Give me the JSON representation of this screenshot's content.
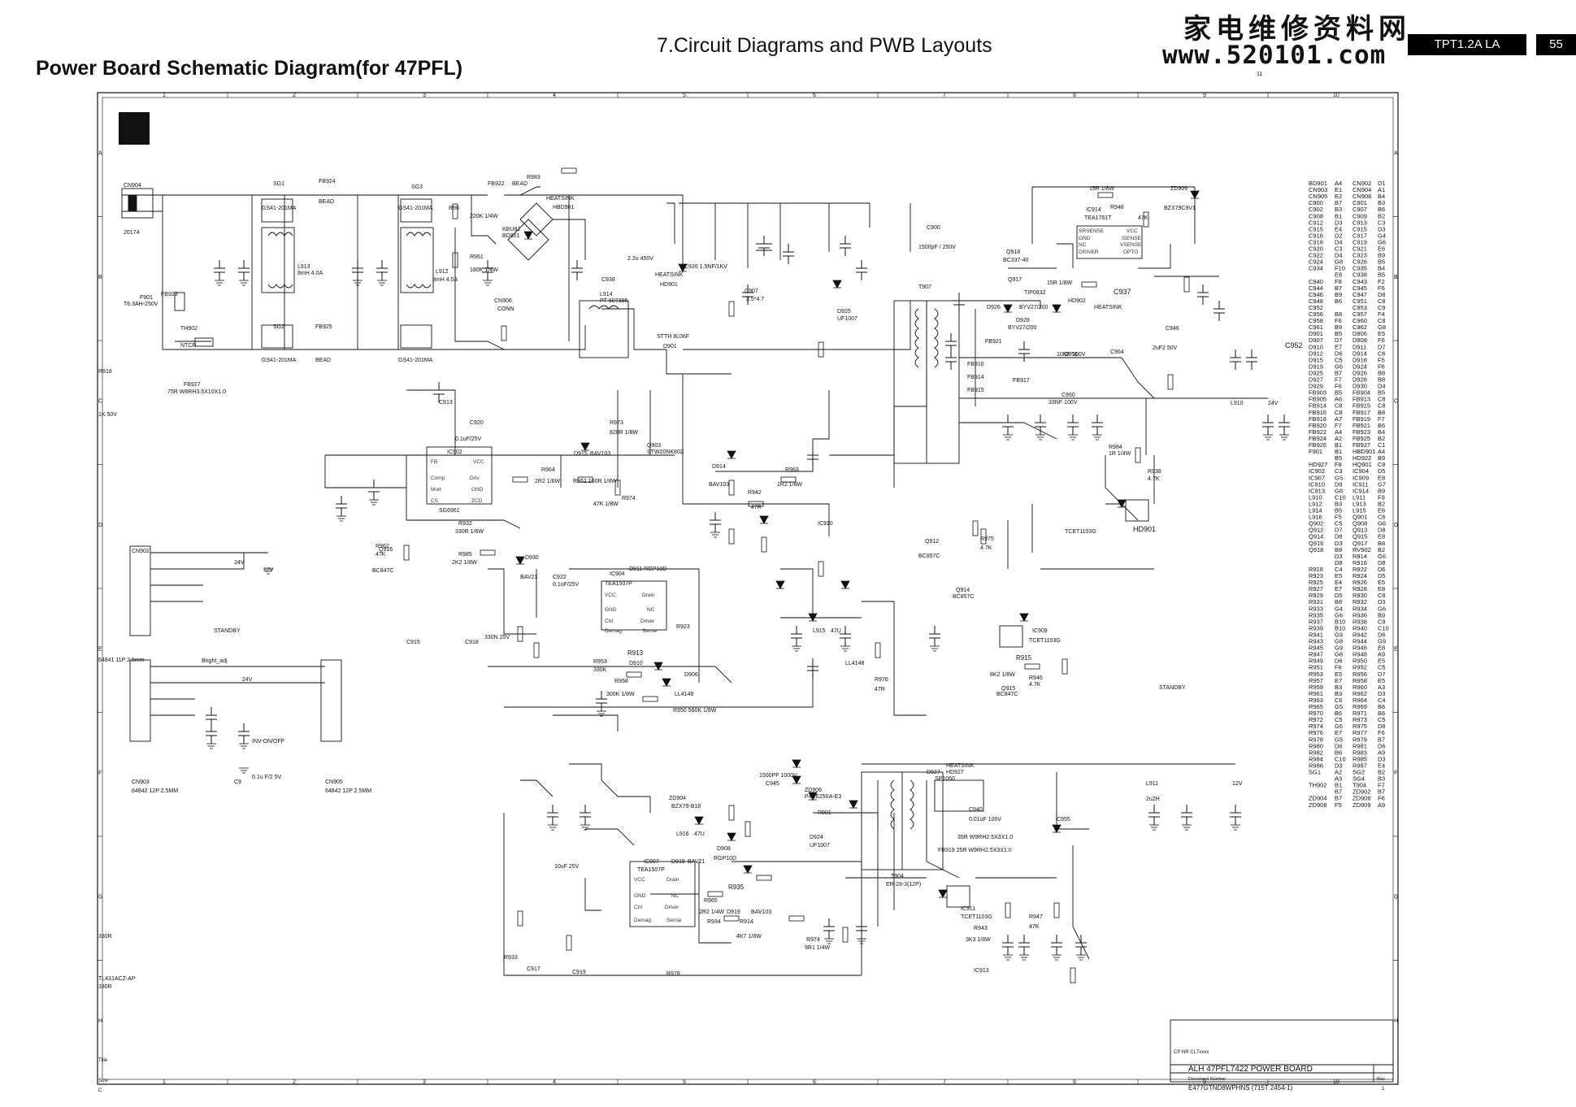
{
  "header": {
    "title": "Power Board Schematic Diagram(for 47PFL)",
    "section": "7.Circuit Diagrams and PWB Layouts",
    "watermark_cn": "家电维修资料网",
    "watermark_url": "www.520101.com",
    "model_badge": "TPT1.2A LA",
    "page_number": "55",
    "sheet_mark": "11"
  },
  "grid": {
    "columns": [
      "1",
      "2",
      "3",
      "4",
      "5",
      "6",
      "7",
      "8",
      "9",
      "10"
    ],
    "rows": [
      "A",
      "B",
      "C",
      "D",
      "E",
      "F",
      "G",
      "H"
    ]
  },
  "labels": {
    "cn904": "CN904",
    "cn904_part": "20174",
    "sg1": "SG1",
    "sg2": "SG2",
    "sg3": "SG3",
    "sg4": "SG4",
    "gs41_a": "GS41-201MA",
    "gs41_b": "GS41-201MA",
    "gs41_c": "GS41-201MA",
    "gs41_d": "GS41-201MA",
    "fb924": "FB924",
    "fb925": "FB925",
    "fb922": "FB922",
    "fb905": "FB905",
    "bead_a": "BEAD",
    "bead_b": "BEAD",
    "bead_c": "BEAD",
    "r983": "R983",
    "r96": "R96",
    "r961": "R961",
    "r961_val": "180K 1/4W",
    "r969_val": "220K 1/4W",
    "heatsink_a": "HEATSINK",
    "hbd901": "HBD901",
    "kbu8j": "KBU8J",
    "bd901": "BD901",
    "l913": "L913",
    "l913_val": "8mH 4.0A",
    "l912": "L912",
    "l912_val": "8mH 4.0A",
    "f901": "F901",
    "f901_val": "T6.3AH-250V",
    "fb923": "FB923",
    "th902": "TH902",
    "ntcr": "NTCR",
    "fb927": "FB927",
    "fb927_val": "75R W8RH3.5X10X1.0",
    "r918": "R918",
    "r918_val": "1K 50V",
    "cn906": "CN906",
    "conn": "CONN",
    "l914": "L914",
    "l914_part": "PT-607386",
    "c938": "C938",
    "c938_val": "2.2u 450V",
    "c926": "C926 1.5NF/1KV",
    "heatsink_b": "HEATSINK",
    "hd901": "HD901",
    "d901": "D901",
    "d901_part": "STTH 8L06F",
    "c907": "C907",
    "c907_val": "3.5*4.7",
    "d925": "D925",
    "d925_part": "UF1007",
    "c900": "C900",
    "c900_val": "1500pF / 250V",
    "t907": "T907",
    "ic914": "IC914",
    "ic914_part": "TEA1761T",
    "ic914_pins": [
      "SRSENSE",
      "GND",
      "NC",
      "DRIVER",
      "VCC",
      "ISENSE",
      "VSENSE",
      "OPTO"
    ],
    "r948": "R948",
    "r987": "R987",
    "zd909": "ZD909",
    "zd909_part": "BZX79C9V1",
    "r947_val": "47K",
    "r949_val": "15R 1/8W",
    "r946b_val": "15R 1/6W",
    "q918": "Q918",
    "q918_part": "BC337-40",
    "q917": "Q917",
    "tip": "TIP0832",
    "d926": "D926",
    "d928": "D928",
    "byv": "BYV27/200",
    "byv_b": "BYV27/200",
    "hd902": "HD902",
    "heatsink_c": "HEATSINK",
    "c937": "C937",
    "c946": "C946",
    "c946_val": "2uF2 50V",
    "c952": "C952",
    "c956": "C956",
    "fb921": "FB921",
    "fb916": "FB916",
    "fb914": "FB914",
    "fb915": "FB915",
    "fb917": "FB917",
    "c960": "C960",
    "c960_val": "33NF 100V",
    "c960b_val": "10NF 100V",
    "c964": "C964",
    "l910": "L910",
    "v24_a": "24V",
    "r938": "R938",
    "r938_val": "4.7K",
    "r984": "R984",
    "r984_val": "1R 1/4W",
    "tcet_a": "TCET1103G",
    "hd901b": "HD901",
    "c913": "C913",
    "c920": "C920",
    "c920_val": "0.1uF/25V",
    "ic902": "IC902",
    "ic902_pins": [
      "FB",
      "Comp",
      "Mult",
      "CS",
      "VCC",
      "Driv",
      "GND",
      "ZCD"
    ],
    "ic902_part": "SG6961",
    "d915": "D915",
    "bav103": "BAV103",
    "r964": "R964",
    "r964_val": "2R2 1/6W",
    "r952": "R952 100R 1/8W",
    "r973": "R973",
    "r973_val": "820R 1/8W",
    "q903": "Q903",
    "q903_part": "STW20NK80Z",
    "r974": "R974",
    "r974_val": "47K 1/8W",
    "ic910": "IC910",
    "ic913": "IC913",
    "ic911": "IC911",
    "d914": "D914",
    "bav103b": "BAV103",
    "r963": "R963",
    "r963_val": "2R2 1/6W",
    "r942": "R942",
    "r942_val": "47R",
    "q912": "Q912",
    "q912_part": "BC857C",
    "q914": "Q914",
    "q914_part": "BC857C",
    "r975": "R975",
    "r975_val": "4.7K",
    "ic909": "IC909",
    "tcet_b": "TCET1103G",
    "r915": "R915",
    "r946": "R946",
    "r946_val": "4.7K",
    "r902_val": "8K2 1/8W",
    "q915": "Q915",
    "q915_part": "BC847C",
    "standby_a": "STANDBY",
    "standby_b": "STANDBY",
    "cn902": "CN902",
    "v24_b": "24V",
    "v12_a": "12V",
    "cn901": "64841 11P 2.5mm",
    "bright_adj": "Bright_adj",
    "v24_c": "24V",
    "inv": "INV-ON/OFF",
    "cn903": "CN903",
    "cn903_part": "64842 12P 2.5MM",
    "cn905": "CN905",
    "cn905_part": "64842 12P 2.5MM",
    "c9": "C9",
    "c9_val": "0.1u F/2 5V",
    "r930v": "330N 25V",
    "c918": "C918",
    "c918_val": "25V",
    "c915": "C915",
    "c915_val": "V",
    "q916": "Q916",
    "q916_part": "BC847C",
    "r962": "R962",
    "r962_val": "47K",
    "r932": "R932",
    "r932_val": "330R 1/6W",
    "r985": "R985",
    "r985_val": "2K2 1/8W",
    "d930": "D930",
    "bav21": "BAV21",
    "ic904": "IC904",
    "ic904_part": "TEA1507P",
    "ic904_pins": [
      "VCC",
      "GND",
      "Ctrl",
      "Demag",
      "Drain",
      "NC",
      "Driver",
      "Sense"
    ],
    "d911": "D911 RGP10D",
    "c922": "C922",
    "c922_val": "0.1uF/25V",
    "r923": "R923",
    "r913": "R913",
    "r953": "R953",
    "r953_val": "330K",
    "d910": "D910",
    "r958": "R958",
    "r958_val": "300K 1/8W",
    "d906": "D906",
    "ll4148_a": "LL4148",
    "ll4148_b": "LL4148",
    "r950": "R950 560K 1/8W",
    "l915": "L915",
    "l915_val": "47U",
    "r976": "R976",
    "r976_val": "47R",
    "d927": "D927",
    "hd927": "HD927",
    "sp1060": "SP1060",
    "heatsink_d": "HEATSINK",
    "zd906": "ZD906",
    "zd906_part": "P4KE250A-E3",
    "r901": "R901",
    "d924": "D924",
    "d924_part": "UF1007",
    "c945": "C945",
    "c945_val": "1500PF 1000V",
    "c940": "C940",
    "c940_val": "0.01uF 100V",
    "c955": "C955",
    "l911": "L911",
    "l911_val": "2u2H",
    "v12_b": "12V",
    "fb918": "FB918",
    "fb919": "FB919 25R W9RH2.5X3X1.0",
    "fb918_val": "35R W9RH2.5X3X1.0",
    "t904": "T904",
    "t904_part": "ER-28-3(12P)",
    "r943": "R943",
    "r943_val": "3K3 1/8W",
    "r947": "R947",
    "tcet_c": "TCET1103G",
    "zd904": "ZD904",
    "zd904_part": "BZX79-B18",
    "l916": "L916",
    "l916_val": "47U",
    "d908": "D908",
    "d908_part": "RGP10D",
    "d919": "D919",
    "bav21b": "BAV21",
    "ic907": "IC907",
    "ic907_part": "TEA1507P",
    "ic907_pins": [
      "VCC",
      "GND",
      "Ctrl",
      "Demag",
      "Drain",
      "NC",
      "Driver",
      "Sense"
    ],
    "r935": "R935",
    "r965": "R965",
    "r934": "R934",
    "r965_val": "2R2 1/4W",
    "r914": "R914",
    "d919b": "D919",
    "bav103c": "BAV103",
    "r974b": "R974",
    "r974b_val": "9R1 1/4W",
    "r4k7": "4K7 1/8W",
    "c919": "C919",
    "c919_val": "10uF 25V",
    "r978": "R978",
    "r933": "R933",
    "c917": "C917",
    "tl431": "TL431ACZ-AP",
    "r330": "330R",
    "r330b": "330R",
    "title_block_cpnr": "CP NR  CL7xxxx",
    "title_block_name": "ALH 47PFL7422 POWER BOARD",
    "title_block_docnum_label": "Document Number",
    "title_block_docnum": "E477GTND8WPHNS (715T 2454-1)",
    "title_block_rev": "Rev",
    "title_block_rev_val": "1",
    "size_label": "Size",
    "size_val": "C",
    "title_label": "Title"
  },
  "parts_index": [
    [
      "BD901",
      "A4",
      "CN902",
      "D1"
    ],
    [
      "CN903",
      "E1",
      "CN904",
      "A1"
    ],
    [
      "CN905",
      "E2",
      "CN906",
      "B4"
    ],
    [
      "C900",
      "B7",
      "C901",
      "B3"
    ],
    [
      "C902",
      "B3",
      "C907",
      "B6"
    ],
    [
      "C908",
      "B1",
      "C909",
      "B2"
    ],
    [
      "C912",
      "D3",
      "C913",
      "C3"
    ],
    [
      "C915",
      "E4",
      "C915",
      "D3"
    ],
    [
      "C916",
      "D2",
      "C917",
      "G4"
    ],
    [
      "C918",
      "D4",
      "C919",
      "G6"
    ],
    [
      "C920",
      "C3",
      "C921",
      "E6"
    ],
    [
      "C922",
      "D4",
      "C923",
      "B9"
    ],
    [
      "C924",
      "G8",
      "C926",
      "B5"
    ],
    [
      "C934",
      "F10",
      "C935",
      "B4"
    ],
    [
      "",
      "E8",
      "C938",
      "B5"
    ],
    [
      "C940",
      "F8",
      "C943",
      "F2"
    ],
    [
      "C944",
      "B7",
      "C945",
      "F6"
    ],
    [
      "C946",
      "B9",
      "C947",
      "D8"
    ],
    [
      "C948",
      "B6",
      "C951",
      "C8"
    ],
    [
      "C952",
      "",
      "C953",
      "C9"
    ],
    [
      "C956",
      "B8",
      "C957",
      "F4"
    ],
    [
      "C958",
      "F6",
      "C960",
      "C8"
    ],
    [
      "C961",
      "B9",
      "C962",
      "G8"
    ],
    [
      "D901",
      "B5",
      "D906",
      "E5"
    ],
    [
      "D907",
      "D7",
      "D908",
      "F6"
    ],
    [
      "D910",
      "E7",
      "D911",
      "D7"
    ],
    [
      "D912",
      "D6",
      "D914",
      "C6"
    ],
    [
      "D915",
      "C5",
      "D918",
      "F5"
    ],
    [
      "D919",
      "G6",
      "D924",
      "F6"
    ],
    [
      "D925",
      "B7",
      "D926",
      "B8"
    ],
    [
      "D927",
      "F7",
      "D928",
      "B8"
    ],
    [
      "D929",
      "F6",
      "D930",
      "D4"
    ],
    [
      "FB903",
      "B5",
      "FB904",
      "B5"
    ],
    [
      "FB905",
      "A6",
      "FB913",
      "C8"
    ],
    [
      "FB914",
      "C8",
      "FB915",
      "C8"
    ],
    [
      "FB916",
      "C8",
      "FB917",
      "B8"
    ],
    [
      "FB918",
      "A7",
      "FB919",
      "F7"
    ],
    [
      "FB920",
      "F7",
      "FB921",
      "B6"
    ],
    [
      "FB922",
      "A4",
      "FB923",
      "B4"
    ],
    [
      "FB924",
      "A2",
      "FB925",
      "B2"
    ],
    [
      "FB926",
      "B1",
      "FB927",
      "C1"
    ],
    [
      "F901",
      "B1",
      "HBD901",
      "A4"
    ],
    [
      "",
      "B5",
      "HD922",
      "B9"
    ],
    [
      "HD927",
      "F8",
      "HQ901",
      "C8"
    ],
    [
      "IC902",
      "C3",
      "IC904",
      "D5"
    ],
    [
      "IC907",
      "G5",
      "IC909",
      "E8"
    ],
    [
      "IC910",
      "D9",
      "IC911",
      "G7"
    ],
    [
      "IC913",
      "G8",
      "IC914",
      "B9"
    ],
    [
      "L910",
      "C10",
      "L911",
      "F9"
    ],
    [
      "L912",
      "B3",
      "L913",
      "B2"
    ],
    [
      "L914",
      "B5",
      "L915",
      "E6"
    ],
    [
      "L916",
      "F5",
      "Q901",
      "C6"
    ],
    [
      "Q902",
      "C5",
      "Q908",
      "G6"
    ],
    [
      "Q912",
      "D7",
      "Q913",
      "D8"
    ],
    [
      "Q914",
      "D8",
      "Q915",
      "E8"
    ],
    [
      "Q916",
      "D3",
      "Q917",
      "B8"
    ],
    [
      "Q918",
      "B8",
      "RV902",
      "B2"
    ],
    [
      "",
      "D3",
      "R914",
      "G6"
    ],
    [
      "",
      "D8",
      "R916",
      "D8"
    ],
    [
      "R918",
      "C4",
      "R922",
      "D6"
    ],
    [
      "R923",
      "E5",
      "R924",
      "D5"
    ],
    [
      "R925",
      "E4",
      "R926",
      "E5"
    ],
    [
      "R927",
      "E7",
      "R928",
      "E8"
    ],
    [
      "R929",
      "D5",
      "R930",
      "C8"
    ],
    [
      "R931",
      "B8",
      "R932",
      "D3"
    ],
    [
      "R933",
      "G4",
      "R934",
      "G6"
    ],
    [
      "R935",
      "G6",
      "R936",
      "B9"
    ],
    [
      "R937",
      "B10",
      "R938",
      "C9"
    ],
    [
      "R939",
      "B10",
      "R940",
      "C10"
    ],
    [
      "R941",
      "G9",
      "R942",
      "D6"
    ],
    [
      "R943",
      "G8",
      "R944",
      "G9"
    ],
    [
      "R945",
      "G9",
      "R946",
      "E8"
    ],
    [
      "R947",
      "G8",
      "R948",
      "A9"
    ],
    [
      "R949",
      "D6",
      "R950",
      "E5"
    ],
    [
      "R951",
      "F6",
      "R952",
      "C5"
    ],
    [
      "R953",
      "E5",
      "R956",
      "D7"
    ],
    [
      "R957",
      "E7",
      "R958",
      "E5"
    ],
    [
      "R959",
      "B3",
      "R960",
      "A3"
    ],
    [
      "R961",
      "B3",
      "R962",
      "D3"
    ],
    [
      "R963",
      "C6",
      "R964",
      "C4"
    ],
    [
      "R965",
      "G5",
      "R969",
      "B6"
    ],
    [
      "R970",
      "B6",
      "R971",
      "B6"
    ],
    [
      "R972",
      "C5",
      "R973",
      "C5"
    ],
    [
      "R974",
      "G6",
      "R975",
      "D8"
    ],
    [
      "R976",
      "E7",
      "R977",
      "F6"
    ],
    [
      "R978",
      "G5",
      "R979",
      "B7"
    ],
    [
      "R980",
      "D6",
      "R981",
      "D6"
    ],
    [
      "R982",
      "B6",
      "R983",
      "A9"
    ],
    [
      "R984",
      "C10",
      "R985",
      "D3"
    ],
    [
      "R986",
      "D3",
      "R987",
      "E4"
    ],
    [
      "SG1",
      "A2",
      "SG2",
      "B2"
    ],
    [
      "",
      "A3",
      "SG4",
      "B3"
    ],
    [
      "TH902",
      "B1",
      "T904",
      "F7"
    ],
    [
      "",
      "B7",
      "ZD902",
      "B7"
    ],
    [
      "ZD904",
      "B7",
      "ZD906",
      "F6"
    ],
    [
      "ZD908",
      "F5",
      "ZD909",
      "A9"
    ]
  ]
}
